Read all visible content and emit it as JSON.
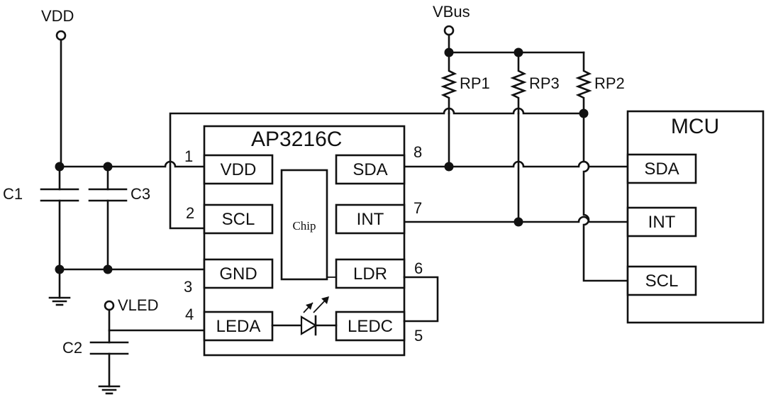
{
  "supplies": {
    "vdd": "VDD",
    "vbus": "VBus",
    "vled": "VLED"
  },
  "capacitors": {
    "c1": "C1",
    "c2": "C2",
    "c3": "C3"
  },
  "resistors": {
    "rp1": "RP1",
    "rp2": "RP2",
    "rp3": "RP3"
  },
  "ic": {
    "name": "AP3216C",
    "core": "Chip",
    "pins": {
      "vdd": "VDD",
      "scl": "SCL",
      "gnd": "GND",
      "leda": "LEDA",
      "sda": "SDA",
      "int": "INT",
      "ldr": "LDR",
      "ledc": "LEDC"
    },
    "pin_numbers": {
      "p1": "1",
      "p2": "2",
      "p3": "3",
      "p4": "4",
      "p5": "5",
      "p6": "6",
      "p7": "7",
      "p8": "8"
    }
  },
  "mcu": {
    "name": "MCU",
    "pins": {
      "sda": "SDA",
      "int": "INT",
      "scl": "SCL"
    }
  }
}
